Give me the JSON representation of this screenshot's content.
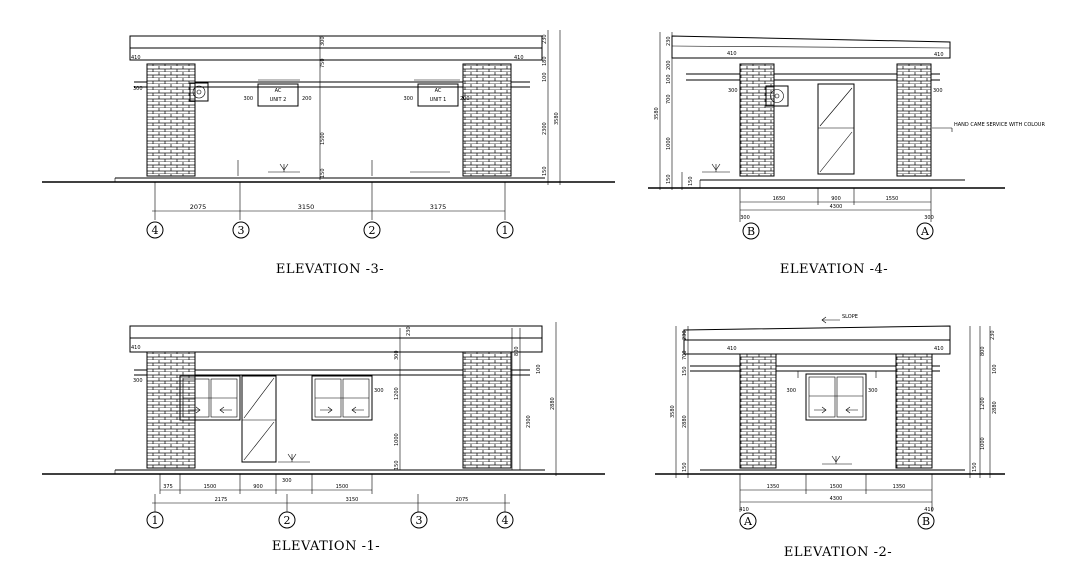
{
  "drawing": {
    "elevations": [
      {
        "id": "e3",
        "title": "ELEVATION  -3-",
        "grid_labels": [
          "4",
          "3",
          "2",
          "1"
        ],
        "bottom_dims": [
          "2075",
          "3150",
          "3175"
        ],
        "beam_label_left": "410",
        "beam_label_right": "410",
        "sill_left": "300",
        "ac_units": [
          {
            "label": "AC",
            "sub": "UNIT 2",
            "left": "300",
            "right": "200"
          },
          {
            "label": "AC",
            "sub": "UNIT 1",
            "left": "300",
            "right": "200"
          }
        ],
        "vertical_dims": [
          "300",
          "750",
          "1500",
          "150"
        ],
        "right_dims": [
          "230",
          "180",
          "100",
          "2300",
          "3580",
          "150"
        ]
      },
      {
        "id": "e4",
        "title": "ELEVATION  -4-",
        "grid_labels": [
          "B",
          "A"
        ],
        "bottom_dims": [
          "1650",
          "900",
          "1550"
        ],
        "overall": "4300",
        "end_dims": [
          "300",
          "300"
        ],
        "beam_label_left": "410",
        "beam_label_right": "410",
        "sill_left": "300",
        "sill_right": "300",
        "note": "HAND CAME SERVICE WITH COLOUR",
        "left_dims": [
          "3580",
          "150",
          "1000",
          "700",
          "100",
          "200",
          "230"
        ],
        "foot_dim": "150"
      },
      {
        "id": "e1",
        "title": "ELEVATION  -1-",
        "grid_labels": [
          "1",
          "2",
          "3",
          "4"
        ],
        "opening_dims": [
          "375",
          "1500",
          "900",
          "1500"
        ],
        "door_mark": "300",
        "center_dims": [
          "2175",
          "3150",
          "2075"
        ],
        "beam_label_left": "410",
        "sill_left": "300",
        "sill_right": "300",
        "inner_dims": [
          "300",
          "1200",
          "1000",
          "150"
        ],
        "right_dims": [
          "230",
          "800",
          "100",
          "2300",
          "2880"
        ]
      },
      {
        "id": "e2",
        "title": "ELEVATION  -2-",
        "grid_labels": [
          "A",
          "B"
        ],
        "bottom_dims": [
          "1350",
          "1500",
          "1350"
        ],
        "overall": "4300",
        "end_dims": [
          "410",
          "410"
        ],
        "beam_label_left": "410",
        "beam_label_right": "410",
        "sill_left": "300",
        "sill_right": "300",
        "slope_note": "SLOPE",
        "left_dims": [
          "3580",
          "2880",
          "150",
          "700",
          "150",
          "230"
        ],
        "right_dims": [
          "230",
          "800",
          "100",
          "1200",
          "1000",
          "150",
          "2880"
        ]
      }
    ]
  }
}
